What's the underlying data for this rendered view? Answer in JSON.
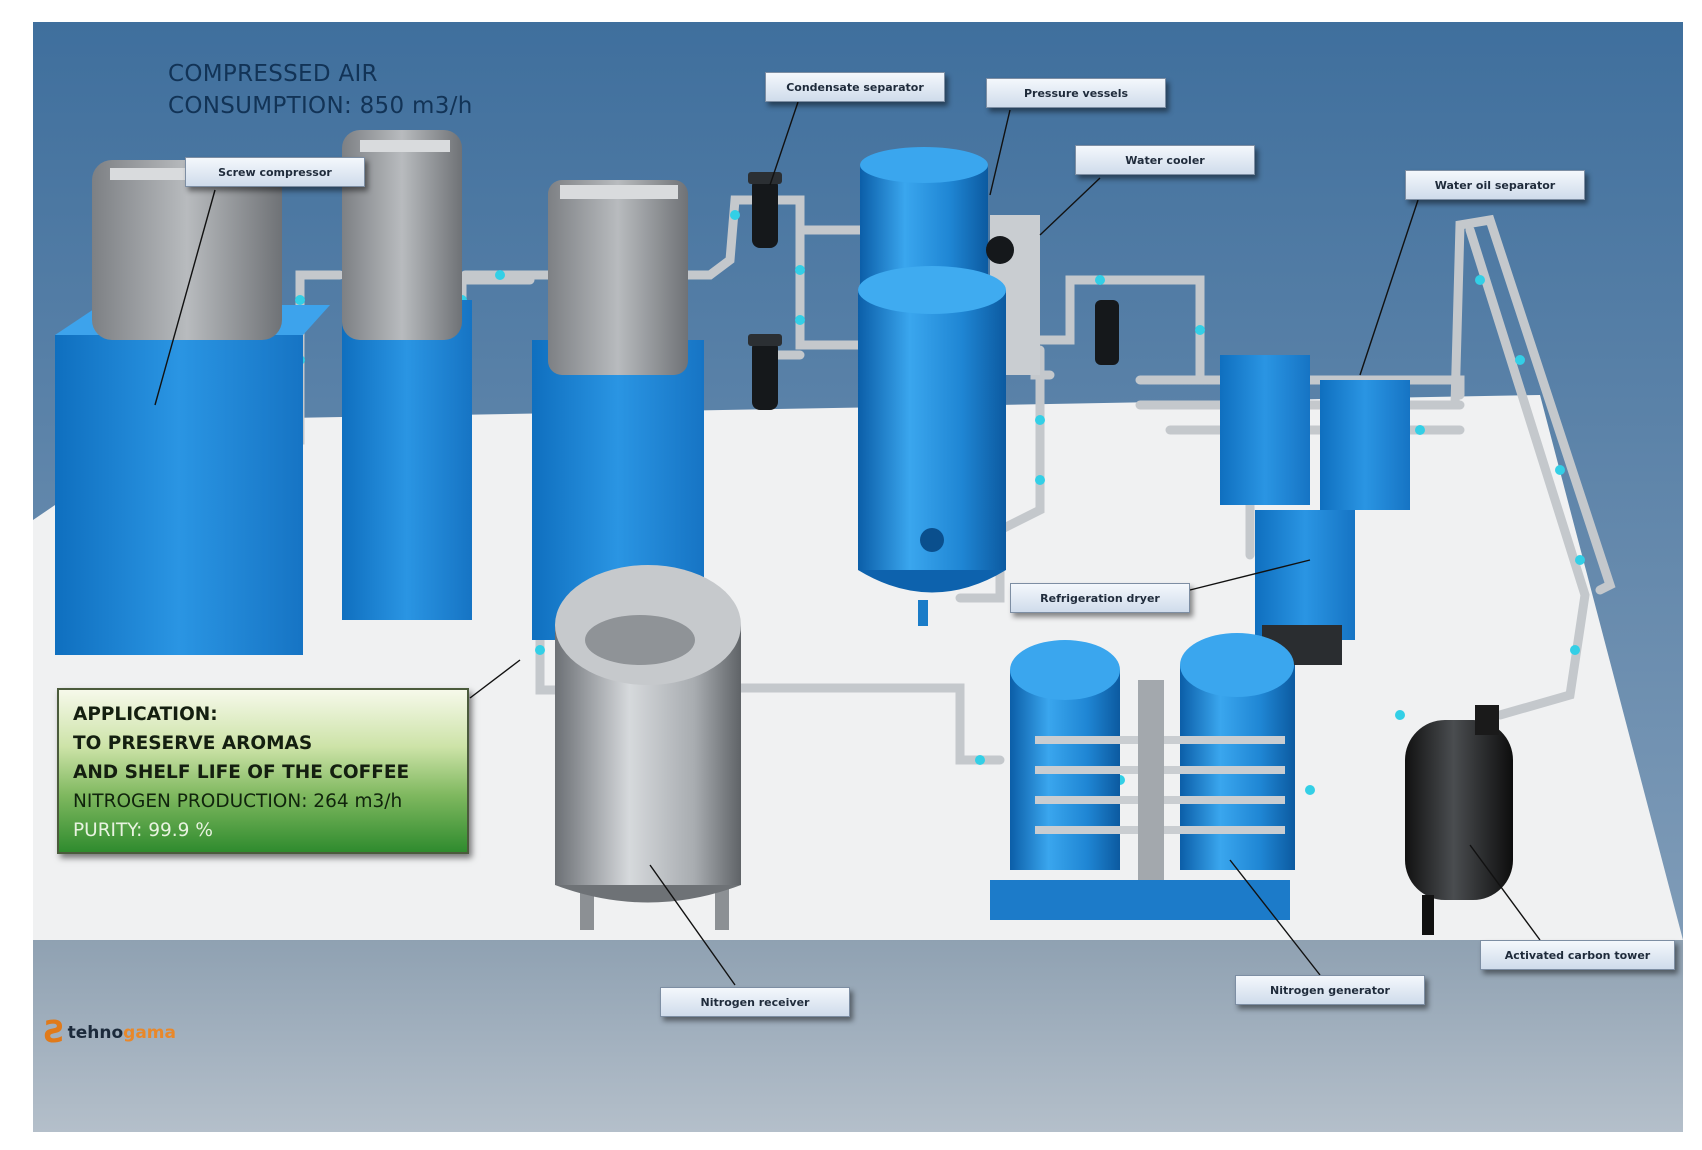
{
  "consumption": {
    "line1": "COMPRESSED AIR",
    "line2": "CONSUMPTION: 850 m3/h"
  },
  "application": {
    "line1": "APPLICATION:",
    "line2": "TO PRESERVE AROMAS",
    "line3": "AND SHELF LIFE OF THE COFFEE",
    "nitrogen_production": "NITROGEN PRODUCTION: 264 m3/h",
    "purity": "PURITY: 99.9 %"
  },
  "labels": {
    "screw_compressor": "Screw compressor",
    "condensate_separator": "Condensate separator",
    "pressure_vessels": "Pressure vessels",
    "water_cooler": "Water cooler",
    "water_oil_separator": "Water oil separator",
    "refrigeration_dryer": "Refrigeration dryer",
    "nitrogen_receiver": "Nitrogen receiver",
    "nitrogen_generator": "Nitrogen generator",
    "activated_carbon_tower": "Activated carbon tower"
  },
  "logo": {
    "part1": "tehno",
    "part2": "gama"
  },
  "colors": {
    "equipment_blue": "#1e88d8",
    "steel": "#b9bdc2",
    "floor": "#f2f3f4",
    "background_top": "#4d7da8",
    "background_bottom": "#aab6c2",
    "pipe_marker": "#35d0e8",
    "logo_orange": "#e9882a"
  }
}
